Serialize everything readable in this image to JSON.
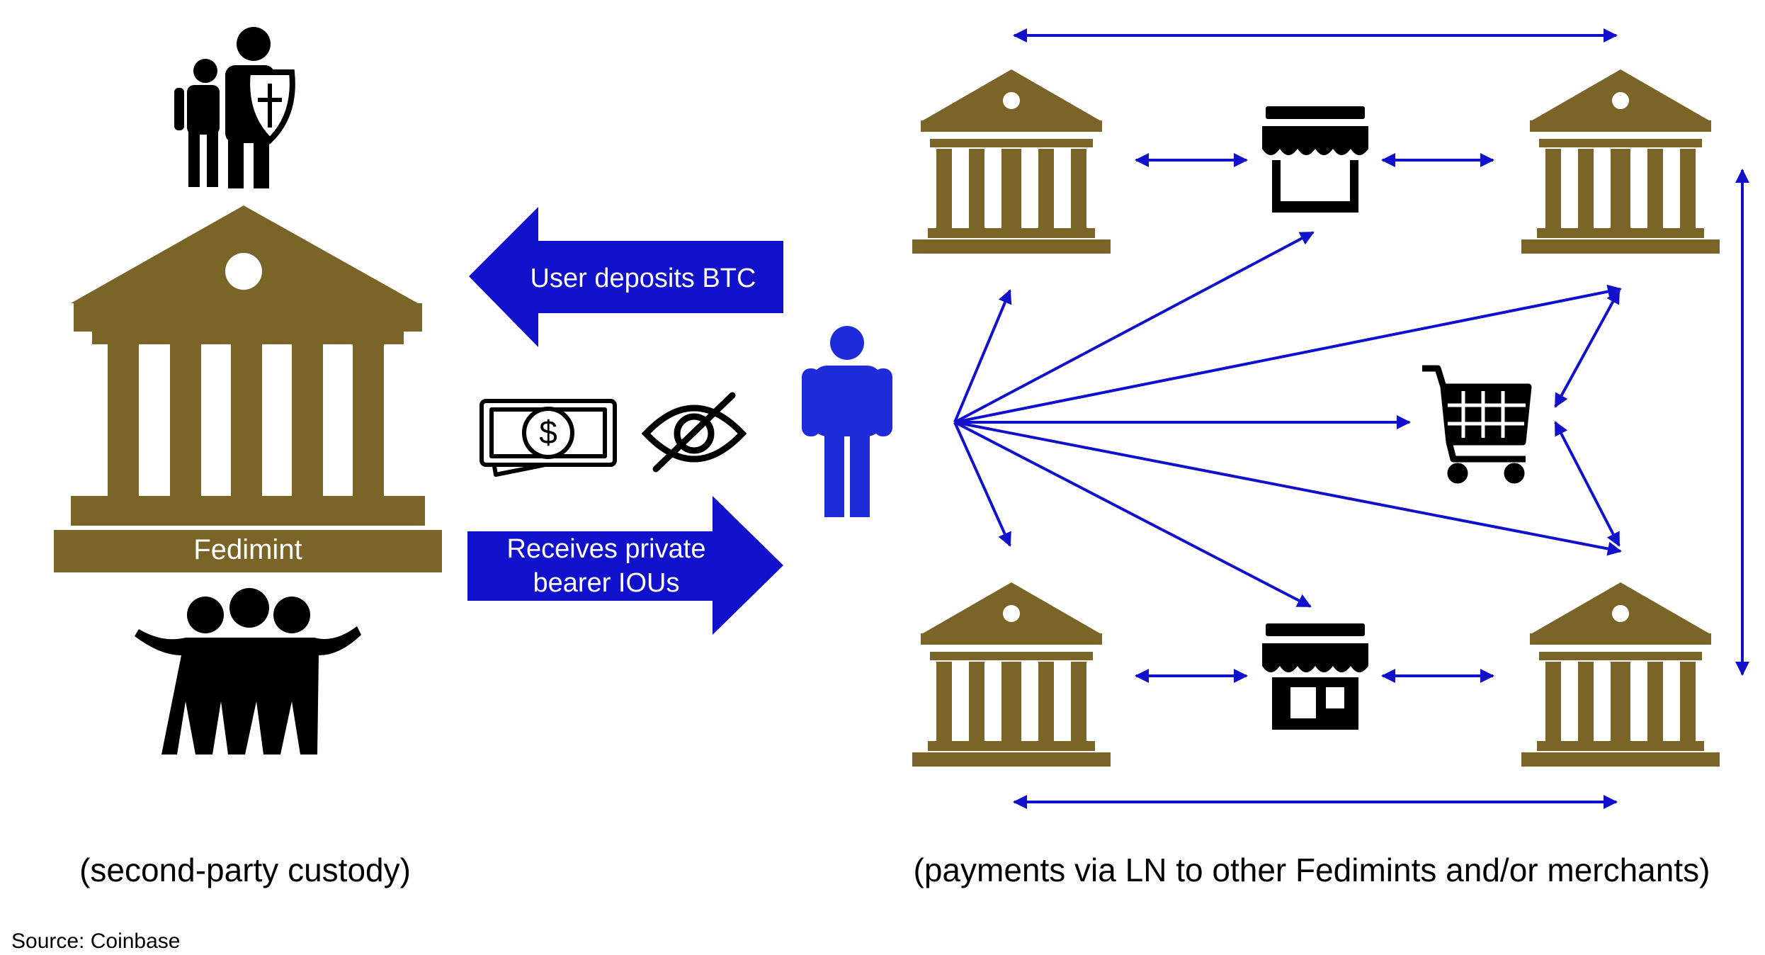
{
  "left_bank_label": "Fedimint",
  "deposit_arrow_label": "User deposits BTC",
  "receive_arrow_label_line1": "Receives private",
  "receive_arrow_label_line2": "bearer IOUs",
  "left_caption": "(second-party custody)",
  "right_caption": "(payments via LN to other Fedimints and/or merchants)",
  "source": "Source: Coinbase",
  "colors": {
    "bank": "#7b6427",
    "arrow_blue": "#1111cc",
    "person_blue": "#1e2bd8",
    "black": "#000000"
  },
  "icons": [
    "bank-icon",
    "guardian-icon",
    "group-icon",
    "cash-icon",
    "hidden-eye-icon",
    "user-icon",
    "store-icon",
    "shopping-cart-icon"
  ]
}
